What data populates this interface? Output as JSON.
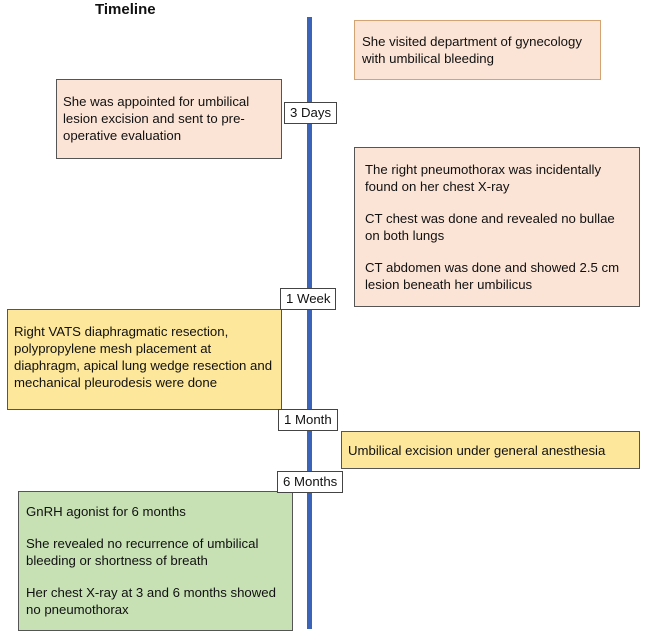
{
  "title": "Timeline",
  "ticks": {
    "t1": "3 Days",
    "t2": "1 Week",
    "t3": "1 Month",
    "t4": "6 Months"
  },
  "events": {
    "visit": [
      "She visited department of gynecology with umbilical bleeding"
    ],
    "appointment": [
      "She was appointed for umbilical lesion excision and sent to pre-operative evaluation"
    ],
    "findings": [
      "The right pneumothorax was incidentally found on her chest X-ray",
      "CT chest was done and revealed no bullae on both lungs",
      "CT abdomen was done and showed 2.5 cm lesion beneath her umbilicus"
    ],
    "vats": [
      "Right VATS diaphragmatic resection, polypropylene mesh placement at diaphragm, apical lung wedge resection and mechanical pleurodesis were done"
    ],
    "excision": [
      "Umbilical excision under general anesthesia"
    ],
    "followup": [
      "GnRH agonist for 6 months",
      "She revealed no recurrence of umbilical bleeding or shortness of breath",
      "Her chest X-ray at 3 and 6 months showed no pneumothorax"
    ]
  }
}
